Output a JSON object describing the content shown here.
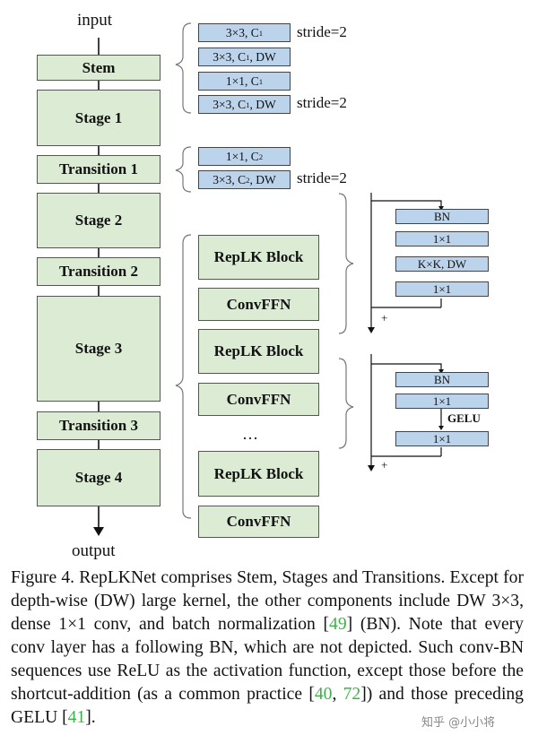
{
  "diagram": {
    "input_label": "input",
    "output_label": "output",
    "stages": [
      "Stem",
      "Stage 1",
      "Transition 1",
      "Stage 2",
      "Transition 2",
      "Stage 3",
      "Transition 3",
      "Stage 4"
    ],
    "stem_details": [
      {
        "text": "3×3, C",
        "sub": "1",
        "suffix": ""
      },
      {
        "text": "3×3, C",
        "sub": "1",
        "suffix": ", DW"
      },
      {
        "text": "1×1, C",
        "sub": "1",
        "suffix": ""
      },
      {
        "text": "3×3, C",
        "sub": "1",
        "suffix": ", DW"
      }
    ],
    "transition_details": [
      {
        "text": "1×1, C",
        "sub": "2",
        "suffix": ""
      },
      {
        "text": "3×3, C",
        "sub": "2",
        "suffix": ", DW"
      }
    ],
    "stride_label": "stride=2",
    "stage_blocks": [
      "RepLK Block",
      "ConvFFN",
      "RepLK Block",
      "ConvFFN",
      "RepLK Block",
      "ConvFFN"
    ],
    "ellipsis": "…",
    "replk_block": [
      "BN",
      "1×1",
      "K×K, DW",
      "1×1"
    ],
    "convffn_block": [
      "BN",
      "1×1",
      "1×1"
    ],
    "gelu_label": "GELU",
    "plus": "+"
  },
  "caption": {
    "parts": [
      {
        "t": "Figure 4. RepLKNet comprises Stem, Stages and Transitions. Except for depth-wise (DW) large kernel, the other components include DW 3×3, dense 1×1 conv, and batch normalization [",
        "ref": false
      },
      {
        "t": "49",
        "ref": true
      },
      {
        "t": "] (BN). Note that every conv layer has a following BN, which are not depicted. Such conv-BN sequences use ReLU as the activation function, except those before the shortcut-addition (as a common practice [",
        "ref": false
      },
      {
        "t": "40",
        "ref": true
      },
      {
        "t": ", ",
        "ref": false
      },
      {
        "t": "72",
        "ref": true
      },
      {
        "t": "]) and those preceding GELU [",
        "ref": false
      },
      {
        "t": "41",
        "ref": true
      },
      {
        "t": "].",
        "ref": false
      }
    ]
  },
  "watermark": "知乎 @小小将",
  "colors": {
    "green_fill": "#dcecd4",
    "blue_fill": "#bcd3ec",
    "ref_green": "#3cb34a"
  }
}
